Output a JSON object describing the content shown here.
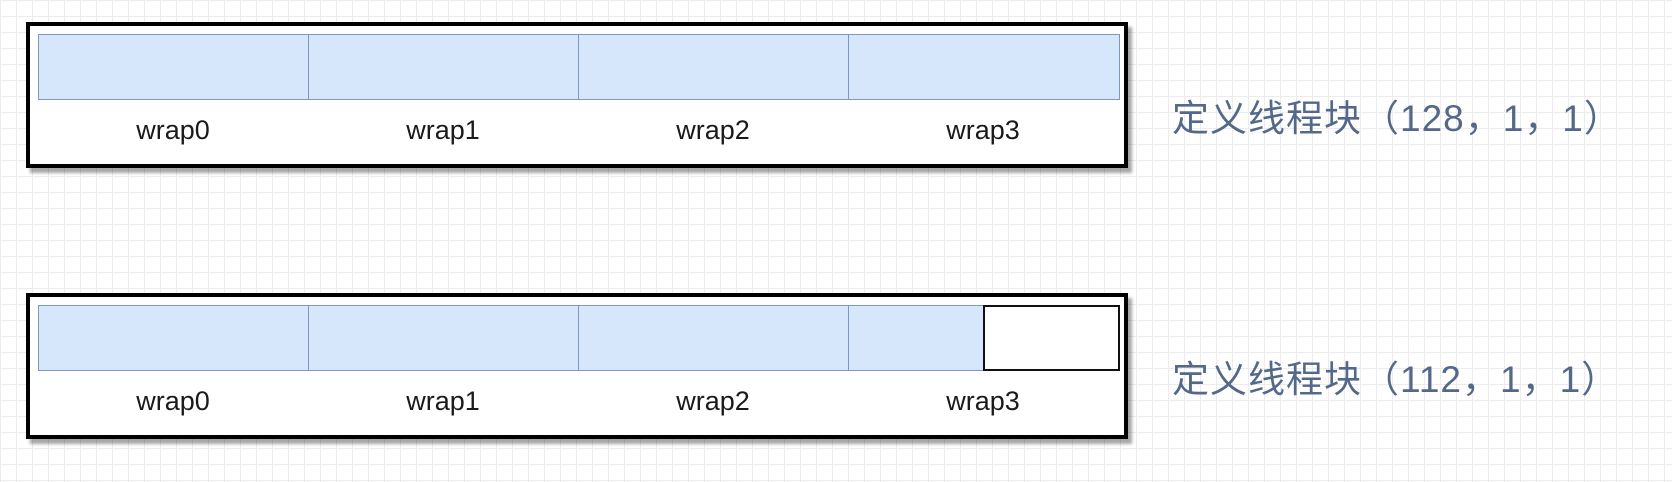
{
  "diagrams": [
    {
      "caption": "定义线程块（128，1，1）",
      "warps": [
        "wrap0",
        "wrap1",
        "wrap2",
        "wrap3"
      ]
    },
    {
      "caption": "定义线程块（112，1，1）",
      "warps": [
        "wrap0",
        "wrap1",
        "wrap2",
        "wrap3"
      ]
    }
  ],
  "colors": {
    "cell_fill": "#d6e6fb",
    "cell_border": "#7f98c0",
    "caption": "#54698a",
    "block_border": "#000000"
  }
}
